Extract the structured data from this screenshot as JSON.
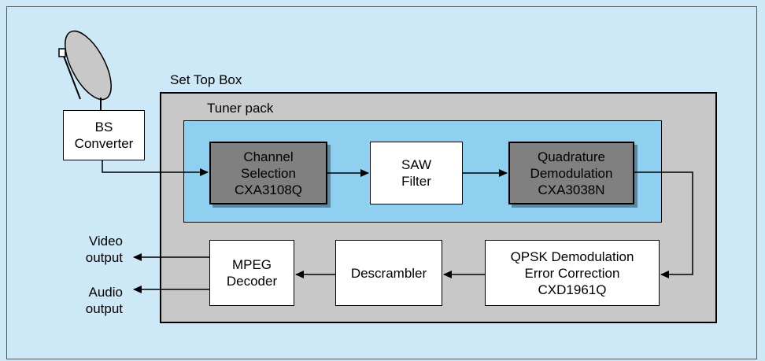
{
  "colors": {
    "background": "#cde8f7",
    "set_top_box_fill": "#c8c8c8",
    "tuner_pack_fill": "#8fd0f0",
    "highlight_block_fill": "#808080",
    "block_fill": "#ffffff",
    "line": "#000000"
  },
  "labels": {
    "set_top_box": "Set Top Box",
    "tuner_pack": "Tuner pack",
    "video_output": "Video\noutput",
    "audio_output": "Audio\noutput"
  },
  "blocks": {
    "bs_converter": "BS\nConverter",
    "channel_selection": "Channel\nSelection\nCXA3108Q",
    "saw_filter": "SAW\nFilter",
    "quadrature_demodulation": "Quadrature\nDemodulation\nCXA3038N",
    "qpsk_demodulation": "QPSK Demodulation\nError Correction\nCXD1961Q",
    "descrambler": "Descrambler",
    "mpeg_decoder": "MPEG\nDecoder"
  },
  "icons": {
    "antenna": "satellite-dish-icon"
  }
}
